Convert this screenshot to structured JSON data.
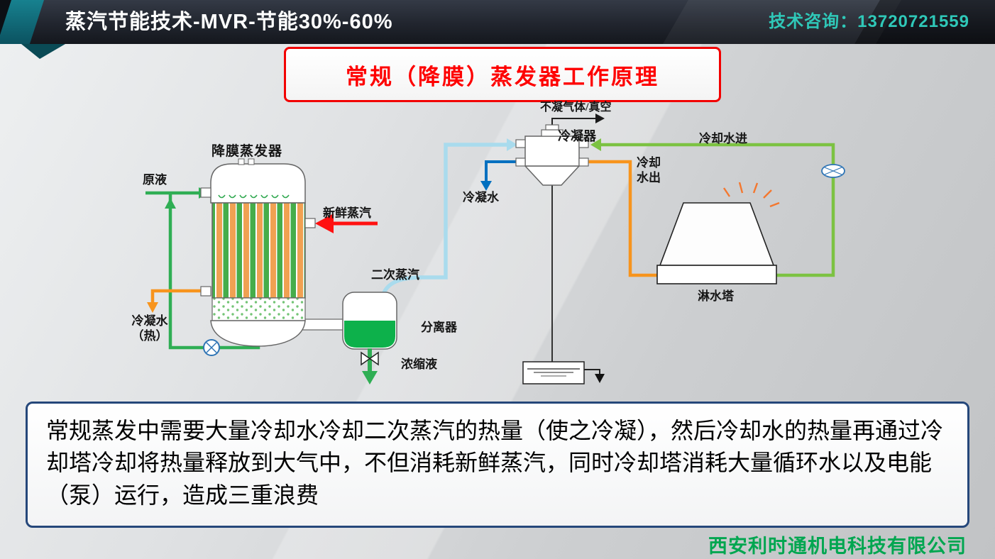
{
  "header": {
    "title": "蒸汽节能技术-MVR-节能30%-60%",
    "contact": "技术咨询：13720721559"
  },
  "title_box": "常规（降膜）蒸发器工作原理",
  "description": "常规蒸发中需要大量冷却水冷却二次蒸汽的热量（使之冷凝），然后冷却水的热量再通过冷却塔冷却将热量释放到大气中，不但消耗新鲜蒸汽，同时冷却塔消耗大量循环水以及电能（泵）运行，造成三重浪费",
  "company": "西安利时通机电科技有限公司",
  "diagram": {
    "labels": {
      "evaporator": "降膜蒸发器",
      "feed": "原液",
      "fresh_steam": "新鲜蒸汽",
      "secondary_steam": "二次蒸汽",
      "separator": "分离器",
      "concentrate": "浓缩液",
      "condensate_hot": "冷凝水\n（热）",
      "non_condensable": "不凝气体/真空",
      "condenser": "冷凝器",
      "condensate": "冷凝水",
      "cooling_water_in": "冷却水进",
      "cooling_water_out": "冷却\n水出",
      "spray_tower": "淋水塔"
    },
    "icons": {
      "pump": "circle-with-x",
      "valve": "bowtie-valve",
      "sprinkler": "spray-nozzle-ellipse"
    },
    "colors": {
      "feed_green": "#2fae54",
      "liquid_green": "#0db14b",
      "cooling_green": "#7cc242",
      "orange": "#f7941d",
      "fresh_steam_red": "#ff1111",
      "secondary_steam_cyan": "#a9dbed",
      "condensate_blue": "#0070c0",
      "accent_teal": "#2fc8b8",
      "title_red": "#fe0000",
      "company_green": "#00a650",
      "box_border_navy": "#25477a"
    }
  }
}
